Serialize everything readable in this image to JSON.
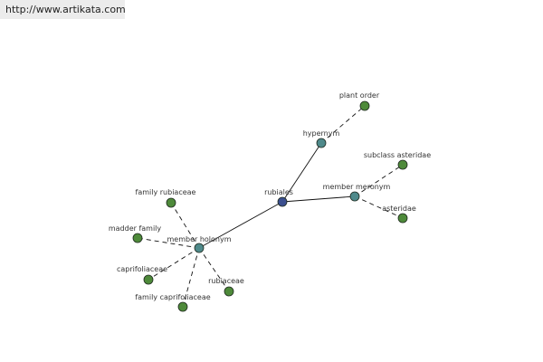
{
  "header": {
    "url_text": "http://www.artikata.com"
  },
  "colors": {
    "root": "#3b4f8f",
    "relation": "#4f8a8b",
    "leaf": "#4e8a3a",
    "edge": "#111111",
    "background": "#ffffff",
    "url_bar": "#ececec"
  },
  "graph": {
    "nodes": [
      {
        "id": "rubiales",
        "label": "rubiales",
        "type": "root"
      },
      {
        "id": "hypernym",
        "label": "hypernym",
        "type": "relation"
      },
      {
        "id": "member-meronym",
        "label": "member meronym",
        "type": "relation"
      },
      {
        "id": "member-holonym",
        "label": "member holonym",
        "type": "relation"
      },
      {
        "id": "plant-order",
        "label": "plant order",
        "type": "leaf"
      },
      {
        "id": "subclass-asteridae",
        "label": "subclass asteridae",
        "type": "leaf"
      },
      {
        "id": "asteridae",
        "label": "asteridae",
        "type": "leaf"
      },
      {
        "id": "family-rubiaceae",
        "label": "family rubiaceae",
        "type": "leaf"
      },
      {
        "id": "madder-family",
        "label": "madder family",
        "type": "leaf"
      },
      {
        "id": "caprifoliaceae",
        "label": "caprifoliaceae",
        "type": "leaf"
      },
      {
        "id": "family-caprifoliaceae",
        "label": "family caprifoliaceae",
        "type": "leaf"
      },
      {
        "id": "rubiaceae",
        "label": "rubiaceae",
        "type": "leaf"
      }
    ],
    "edges": [
      {
        "from": "rubiales",
        "to": "hypernym",
        "style": "solid"
      },
      {
        "from": "rubiales",
        "to": "member-meronym",
        "style": "solid"
      },
      {
        "from": "rubiales",
        "to": "member-holonym",
        "style": "solid"
      },
      {
        "from": "hypernym",
        "to": "plant-order",
        "style": "dashed"
      },
      {
        "from": "member-meronym",
        "to": "subclass-asteridae",
        "style": "dashed"
      },
      {
        "from": "member-meronym",
        "to": "asteridae",
        "style": "dashed"
      },
      {
        "from": "member-holonym",
        "to": "family-rubiaceae",
        "style": "dashed"
      },
      {
        "from": "member-holonym",
        "to": "madder-family",
        "style": "dashed"
      },
      {
        "from": "member-holonym",
        "to": "caprifoliaceae",
        "style": "dashed"
      },
      {
        "from": "member-holonym",
        "to": "family-caprifoliaceae",
        "style": "dashed"
      },
      {
        "from": "member-holonym",
        "to": "rubiaceae",
        "style": "dashed"
      }
    ]
  }
}
